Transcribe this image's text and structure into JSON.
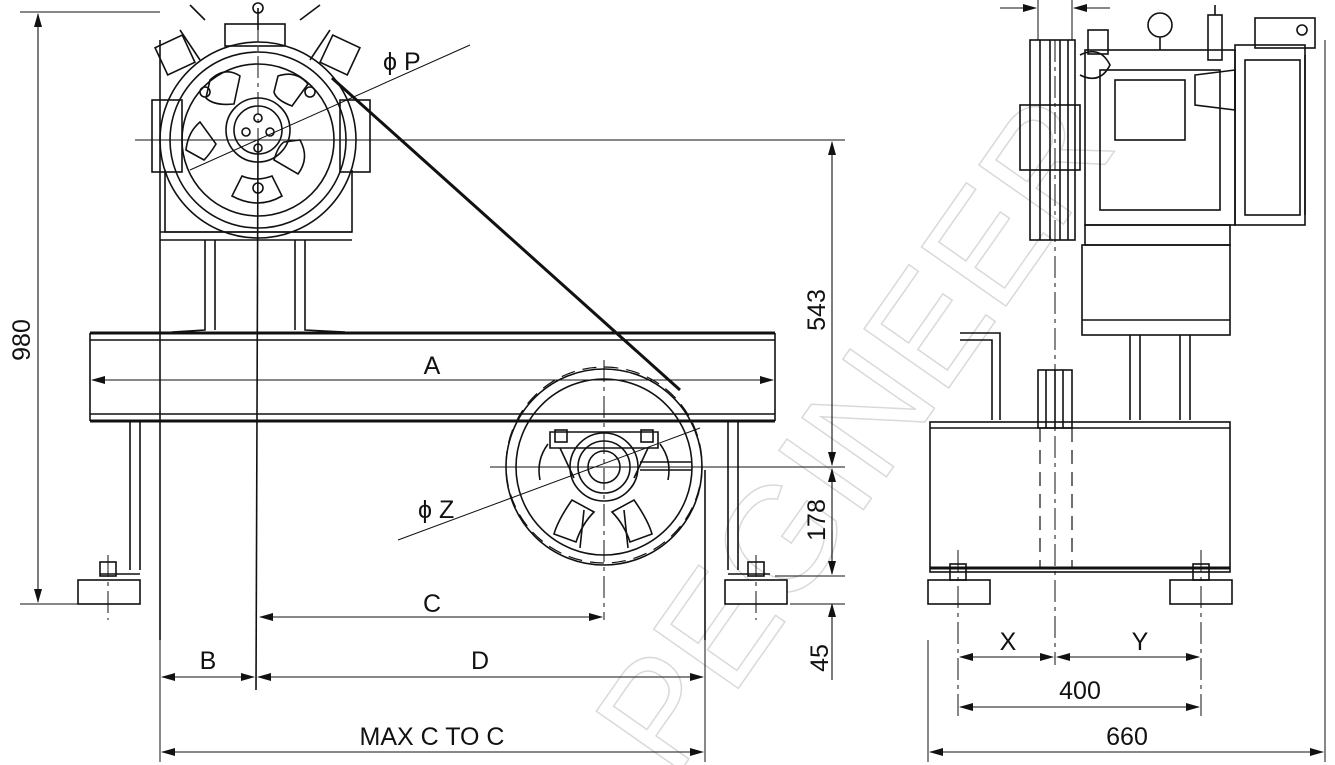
{
  "labels": {
    "dim_980": "980",
    "dim_543": "543",
    "dim_178": "178",
    "dim_45": "45",
    "dim_a": "A",
    "dim_b": "B",
    "dim_c": "C",
    "dim_d": "D",
    "dim_x": "X",
    "dim_y": "Y",
    "dim_400": "400",
    "dim_660": "660",
    "dim_max_c_to_c": "MAX C TO C",
    "phi_p": "ϕ P",
    "phi_z": "ϕ Z"
  },
  "watermark": "PEGINEER"
}
